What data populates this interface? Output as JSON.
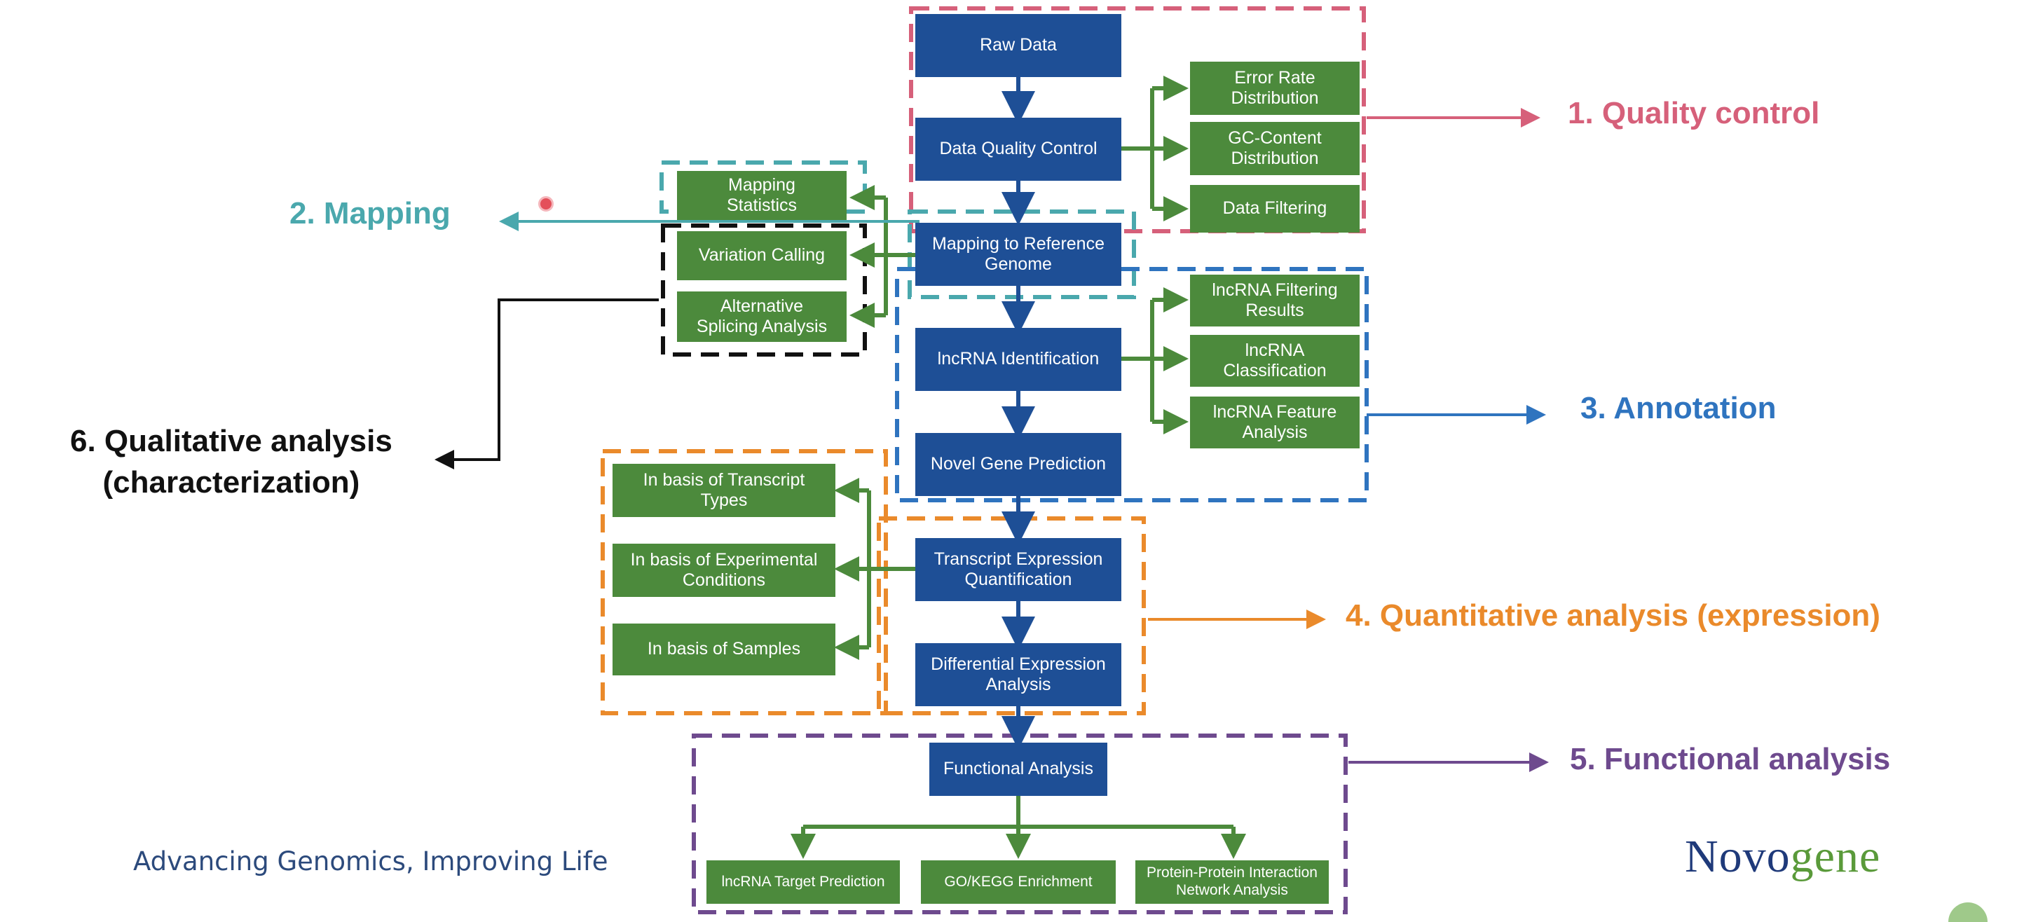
{
  "stages": {
    "quality_control": "1. Quality control",
    "mapping": "2. Mapping",
    "annotation": "3. Annotation",
    "quantitative": "4. Quantitative analysis (expression)",
    "functional": "5. Functional analysis",
    "qualitative": "6. Qualitative analysis\n(characterization)"
  },
  "nodes": {
    "raw_data": "Raw Data",
    "data_qc": "Data Quality Control",
    "error_rate": "Error Rate\nDistribution",
    "gc_content": "GC-Content\nDistribution",
    "data_filtering": "Data Filtering",
    "mapping_stats": "Mapping\nStatistics",
    "mapping_ref": "Mapping to Reference\nGenome",
    "variation_calling": "Variation Calling",
    "alt_splicing": "Alternative\nSplicing Analysis",
    "lnc_ident": "lncRNA Identification",
    "lnc_filtering": "lncRNA Filtering\nResults",
    "lnc_class": "lncRNA\nClassification",
    "lnc_feature": "lncRNA Feature\nAnalysis",
    "novel_gene": "Novel Gene Prediction",
    "transcript_types": "In basis of Transcript\nTypes",
    "experimental": "In basis of Experimental\nConditions",
    "samples": "In basis of Samples",
    "quant": "Transcript Expression\nQuantification",
    "diff_expr": "Differential Expression\nAnalysis",
    "functional": "Functional Analysis",
    "target_pred": "lncRNA Target Prediction",
    "go_kegg": "GO/KEGG Enrichment",
    "ppi": "Protein-Protein Interaction\nNetwork Analysis"
  },
  "footer": {
    "tagline": "Advancing Genomics, Improving Life",
    "logo_part1": "Novo",
    "logo_part2": "gene"
  },
  "colors": {
    "node_blue": "#1e4f96",
    "node_green": "#4c8a3c",
    "quality_control": "#d6607a",
    "mapping": "#4aa8ad",
    "annotation": "#2f74bf",
    "quantitative": "#ea8a2b",
    "functional": "#6e4a8e",
    "qualitative": "#111111"
  }
}
